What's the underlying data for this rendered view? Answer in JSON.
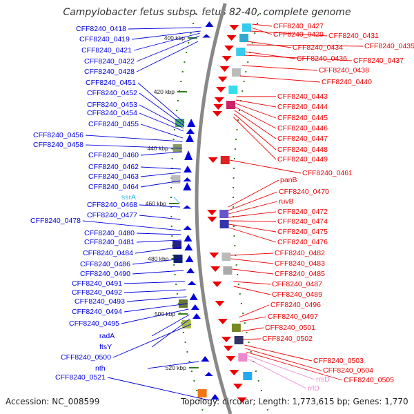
{
  "title": "Campylobacter fetus subsp. fetus 82-40, complete genome",
  "footer": {
    "accession": "Accession: NC_008599",
    "summary": "Topology: circular; Length: 1,773,615 bp; Genes: 1,770"
  },
  "colors": {
    "forward": "#0000dd",
    "reverse": "#ee0000",
    "trna": "#33bbee",
    "rrna": "#ee88cc",
    "backbone": "#888888",
    "tick": "#2e7d1a"
  },
  "ticks": [
    "400 kbp",
    "420 kbp",
    "440 kbp",
    "460 kbp",
    "480 kbp",
    "500 kbp",
    "520 kbp"
  ],
  "left_labels": [
    {
      "text": "CFF8240_0418",
      "kind": "forward"
    },
    {
      "text": "CFF8240_0419",
      "kind": "forward"
    },
    {
      "text": "CFF8240_0421",
      "kind": "forward"
    },
    {
      "text": "CFF8240_0422",
      "kind": "forward"
    },
    {
      "text": "CFF8240_0428",
      "kind": "forward"
    },
    {
      "text": "CFF8240_0451",
      "kind": "forward"
    },
    {
      "text": "CFF8240_0452",
      "kind": "forward"
    },
    {
      "text": "CFF8240_0453",
      "kind": "forward"
    },
    {
      "text": "CFF8240_0454",
      "kind": "forward"
    },
    {
      "text": "CFF8240_0455",
      "kind": "forward"
    },
    {
      "text": "CFF8240_0456",
      "kind": "forward"
    },
    {
      "text": "CFF8240_0458",
      "kind": "forward"
    },
    {
      "text": "CFF8240_0460",
      "kind": "forward"
    },
    {
      "text": "CFF8240_0462",
      "kind": "forward"
    },
    {
      "text": "CFF8240_0463",
      "kind": "forward"
    },
    {
      "text": "CFF8240_0464",
      "kind": "forward"
    },
    {
      "text": "ssrA",
      "kind": "trna"
    },
    {
      "text": "CFF8240_0468",
      "kind": "forward"
    },
    {
      "text": "CFF8240_0477",
      "kind": "forward"
    },
    {
      "text": "CFF8240_0478",
      "kind": "forward"
    },
    {
      "text": "CFF8240_0480",
      "kind": "forward"
    },
    {
      "text": "CFF8240_0481",
      "kind": "forward"
    },
    {
      "text": "CFF8240_0484",
      "kind": "forward"
    },
    {
      "text": "CFF8240_0486",
      "kind": "forward"
    },
    {
      "text": "CFF8240_0490",
      "kind": "forward"
    },
    {
      "text": "CFF8240_0491",
      "kind": "forward"
    },
    {
      "text": "CFF8240_0492",
      "kind": "forward"
    },
    {
      "text": "CFF8240_0493",
      "kind": "forward"
    },
    {
      "text": "CFF8240_0494",
      "kind": "forward"
    },
    {
      "text": "CFF8240_0495",
      "kind": "forward"
    },
    {
      "text": "radA",
      "kind": "forward"
    },
    {
      "text": "ftsY",
      "kind": "forward"
    },
    {
      "text": "CFF8240_0500",
      "kind": "forward"
    },
    {
      "text": "nth",
      "kind": "forward"
    },
    {
      "text": "CFF8240_0521",
      "kind": "forward"
    }
  ],
  "right_labels": [
    {
      "text": "CFF8240_0427",
      "kind": "reverse"
    },
    {
      "text": "CFF8240_0429",
      "kind": "reverse"
    },
    {
      "text": "CFF8240_0431",
      "kind": "reverse"
    },
    {
      "text": "CFF8240_0434",
      "kind": "reverse"
    },
    {
      "text": "CFF8240_0435",
      "kind": "reverse"
    },
    {
      "text": "CFF8240_0436",
      "kind": "reverse"
    },
    {
      "text": "CFF8240_0437",
      "kind": "reverse"
    },
    {
      "text": "CFF8240_0438",
      "kind": "reverse"
    },
    {
      "text": "CFF8240_0440",
      "kind": "reverse"
    },
    {
      "text": "CFF8240_0443",
      "kind": "reverse"
    },
    {
      "text": "CFF8240_0444",
      "kind": "reverse"
    },
    {
      "text": "CFF8240_0445",
      "kind": "reverse"
    },
    {
      "text": "CFF8240_0446",
      "kind": "reverse"
    },
    {
      "text": "CFF8240_0447",
      "kind": "reverse"
    },
    {
      "text": "CFF8240_0448",
      "kind": "reverse"
    },
    {
      "text": "CFF8240_0449",
      "kind": "reverse"
    },
    {
      "text": "CFF8240_0461",
      "kind": "reverse"
    },
    {
      "text": "panB",
      "kind": "reverse"
    },
    {
      "text": "CFF8240_0470",
      "kind": "reverse"
    },
    {
      "text": "ruvB",
      "kind": "reverse"
    },
    {
      "text": "CFF8240_0472",
      "kind": "reverse"
    },
    {
      "text": "CFF8240_0474",
      "kind": "reverse"
    },
    {
      "text": "CFF8240_0475",
      "kind": "reverse"
    },
    {
      "text": "CFF8240_0476",
      "kind": "reverse"
    },
    {
      "text": "CFF8240_0482",
      "kind": "reverse"
    },
    {
      "text": "CFF8240_0483",
      "kind": "reverse"
    },
    {
      "text": "CFF8240_0485",
      "kind": "reverse"
    },
    {
      "text": "CFF8240_0487",
      "kind": "reverse"
    },
    {
      "text": "CFF8240_0489",
      "kind": "reverse"
    },
    {
      "text": "CFF8240_0496",
      "kind": "reverse"
    },
    {
      "text": "CFF8240_0497",
      "kind": "reverse"
    },
    {
      "text": "CFF8240_0501",
      "kind": "reverse"
    },
    {
      "text": "CFF8240_0502",
      "kind": "reverse"
    },
    {
      "text": "CFF8240_0503",
      "kind": "reverse"
    },
    {
      "text": "CFF8240_0504",
      "kind": "reverse"
    },
    {
      "text": "CFF8240_0505",
      "kind": "reverse"
    },
    {
      "text": "rrsD",
      "kind": "rrna"
    },
    {
      "text": "rrlD",
      "kind": "rrna"
    }
  ]
}
